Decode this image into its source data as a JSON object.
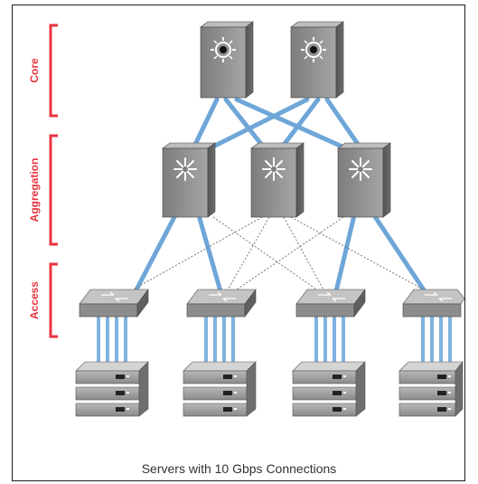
{
  "tiers": {
    "core": "Core",
    "aggregation": "Aggregation",
    "access": "Access"
  },
  "caption": "Servers with 10 Gbps Connections",
  "colors": {
    "tier_label": "#e8343f",
    "uplink": "#6ea6d8",
    "server_link": "#7fb2e0",
    "dotted_link": "#777777",
    "device": "#8c8c8c",
    "device_dark": "#5a5a5a",
    "server": "#9a9a9a"
  },
  "icons": {
    "core_router": "core-router-icon",
    "aggregation_switch": "aggregation-switch-icon",
    "access_switch": "access-switch-icon",
    "server_stack": "server-stack-icon"
  }
}
